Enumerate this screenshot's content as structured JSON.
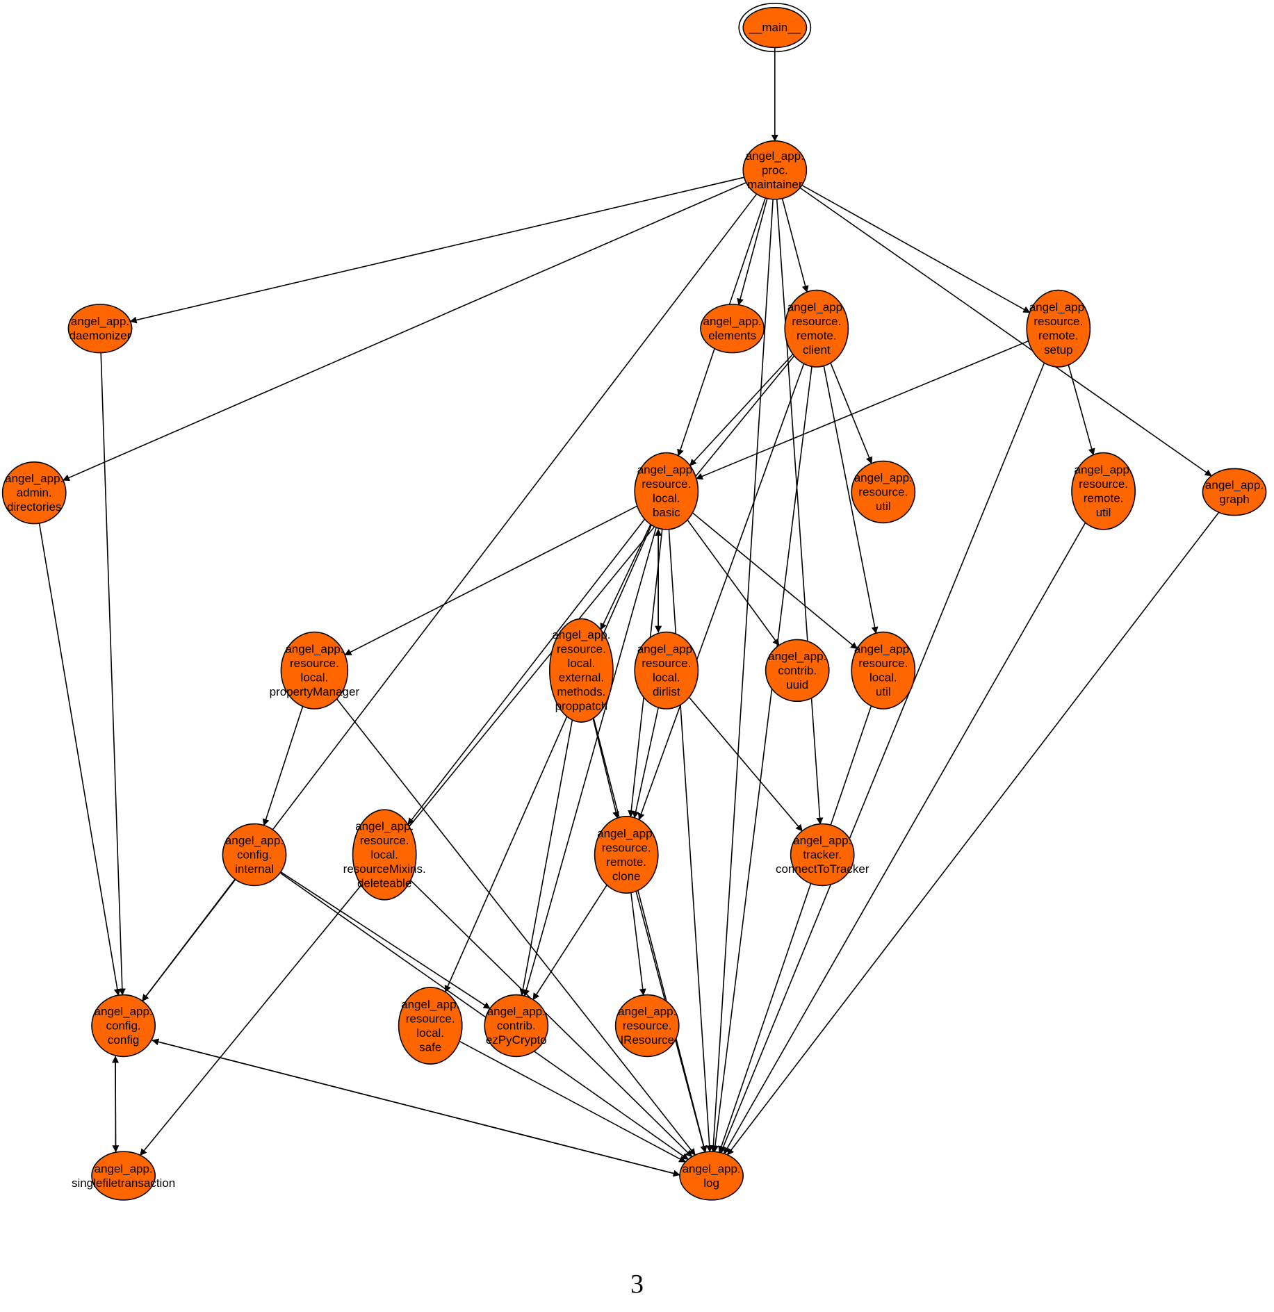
{
  "diagram": {
    "colors": {
      "node_fill": "#ff6600",
      "node_stroke": "#000000",
      "edge": "#000000"
    },
    "nodes": [
      {
        "id": "main",
        "lines": [
          "__main__"
        ],
        "root": true
      },
      {
        "id": "maintainer",
        "lines": [
          "angel_app.",
          "proc.",
          "maintainer"
        ]
      },
      {
        "id": "daemonizer",
        "lines": [
          "angel_app.",
          "daemonizer"
        ]
      },
      {
        "id": "elements",
        "lines": [
          "angel_app.",
          "elements"
        ]
      },
      {
        "id": "rclient",
        "lines": [
          "angel_app.",
          "resource.",
          "remote.",
          "client"
        ]
      },
      {
        "id": "rsetup",
        "lines": [
          "angel_app.",
          "resource.",
          "remote.",
          "setup"
        ]
      },
      {
        "id": "directories",
        "lines": [
          "angel_app.",
          "admin.",
          "directories"
        ]
      },
      {
        "id": "basic",
        "lines": [
          "angel_app.",
          "resource.",
          "local.",
          "basic"
        ]
      },
      {
        "id": "rutil",
        "lines": [
          "angel_app.",
          "resource.",
          "util"
        ]
      },
      {
        "id": "remoteutil",
        "lines": [
          "angel_app.",
          "resource.",
          "remote.",
          "util"
        ]
      },
      {
        "id": "graph",
        "lines": [
          "angel_app.",
          "graph"
        ]
      },
      {
        "id": "propmgr",
        "lines": [
          "angel_app.",
          "resource.",
          "local.",
          "propertyManager"
        ]
      },
      {
        "id": "proppatch",
        "lines": [
          "angel_app.",
          "resource.",
          "local.",
          "external.",
          "methods.",
          "proppatch"
        ]
      },
      {
        "id": "dirlist",
        "lines": [
          "angel_app.",
          "resource.",
          "local.",
          "dirlist"
        ]
      },
      {
        "id": "uuid",
        "lines": [
          "angel_app.",
          "contrib.",
          "uuid"
        ]
      },
      {
        "id": "localutil",
        "lines": [
          "angel_app.",
          "resource.",
          "local.",
          "util"
        ]
      },
      {
        "id": "internal",
        "lines": [
          "angel_app.",
          "config.",
          "internal"
        ]
      },
      {
        "id": "deleteable",
        "lines": [
          "angel_app.",
          "resource.",
          "local.",
          "resourceMixins.",
          "deleteable"
        ]
      },
      {
        "id": "clone",
        "lines": [
          "angel_app.",
          "resource.",
          "remote.",
          "clone"
        ]
      },
      {
        "id": "tracker",
        "lines": [
          "angel_app.",
          "tracker.",
          "connectToTracker"
        ]
      },
      {
        "id": "config",
        "lines": [
          "angel_app.",
          "config.",
          "config"
        ]
      },
      {
        "id": "safe",
        "lines": [
          "angel_app.",
          "resource.",
          "local.",
          "safe"
        ]
      },
      {
        "id": "ezpycrypto",
        "lines": [
          "angel_app.",
          "contrib.",
          "ezPyCrypto"
        ]
      },
      {
        "id": "iresource",
        "lines": [
          "angel_app.",
          "resource.",
          "IResource"
        ]
      },
      {
        "id": "sft",
        "lines": [
          "angel_app.",
          "singlefiletransaction"
        ]
      },
      {
        "id": "log",
        "lines": [
          "angel_app.",
          "log"
        ]
      }
    ],
    "edges": [
      [
        "main",
        "maintainer"
      ],
      [
        "maintainer",
        "directories"
      ],
      [
        "maintainer",
        "daemonizer"
      ],
      [
        "maintainer",
        "config"
      ],
      [
        "maintainer",
        "basic"
      ],
      [
        "maintainer",
        "elements"
      ],
      [
        "maintainer",
        "rclient"
      ],
      [
        "maintainer",
        "tracker"
      ],
      [
        "maintainer",
        "rsetup"
      ],
      [
        "maintainer",
        "log"
      ],
      [
        "maintainer",
        "graph"
      ],
      [
        "daemonizer",
        "config"
      ],
      [
        "directories",
        "config"
      ],
      [
        "rclient",
        "sft"
      ],
      [
        "rclient",
        "clone"
      ],
      [
        "rclient",
        "basic"
      ],
      [
        "rclient",
        "rutil"
      ],
      [
        "rclient",
        "localutil"
      ],
      [
        "rclient",
        "log"
      ],
      [
        "rsetup",
        "basic"
      ],
      [
        "rsetup",
        "remoteutil"
      ],
      [
        "rsetup",
        "log"
      ],
      [
        "remoteutil",
        "log"
      ],
      [
        "graph",
        "log"
      ],
      [
        "basic",
        "propmgr"
      ],
      [
        "basic",
        "deleteable"
      ],
      [
        "basic",
        "safe"
      ],
      [
        "basic",
        "ezpycrypto"
      ],
      [
        "basic",
        "clone"
      ],
      [
        "basic",
        "proppatch"
      ],
      [
        "basic",
        "dirlist"
      ],
      [
        "basic",
        "log"
      ],
      [
        "basic",
        "uuid"
      ],
      [
        "basic",
        "localutil"
      ],
      [
        "dirlist",
        "basic"
      ],
      [
        "dirlist",
        "clone"
      ],
      [
        "dirlist",
        "tracker"
      ],
      [
        "proppatch",
        "clone"
      ],
      [
        "proppatch",
        "ezpycrypto"
      ],
      [
        "proppatch",
        "log"
      ],
      [
        "localutil",
        "log"
      ],
      [
        "propmgr",
        "internal"
      ],
      [
        "propmgr",
        "log"
      ],
      [
        "internal",
        "config"
      ],
      [
        "internal",
        "ezpycrypto"
      ],
      [
        "internal",
        "log"
      ],
      [
        "deleteable",
        "log"
      ],
      [
        "clone",
        "ezpycrypto"
      ],
      [
        "clone",
        "iresource"
      ],
      [
        "clone",
        "log"
      ],
      [
        "config",
        "sft"
      ],
      [
        "config",
        "log"
      ],
      [
        "sft",
        "config"
      ],
      [
        "safe",
        "log"
      ],
      [
        "log",
        "config"
      ]
    ]
  },
  "page_number": "3"
}
